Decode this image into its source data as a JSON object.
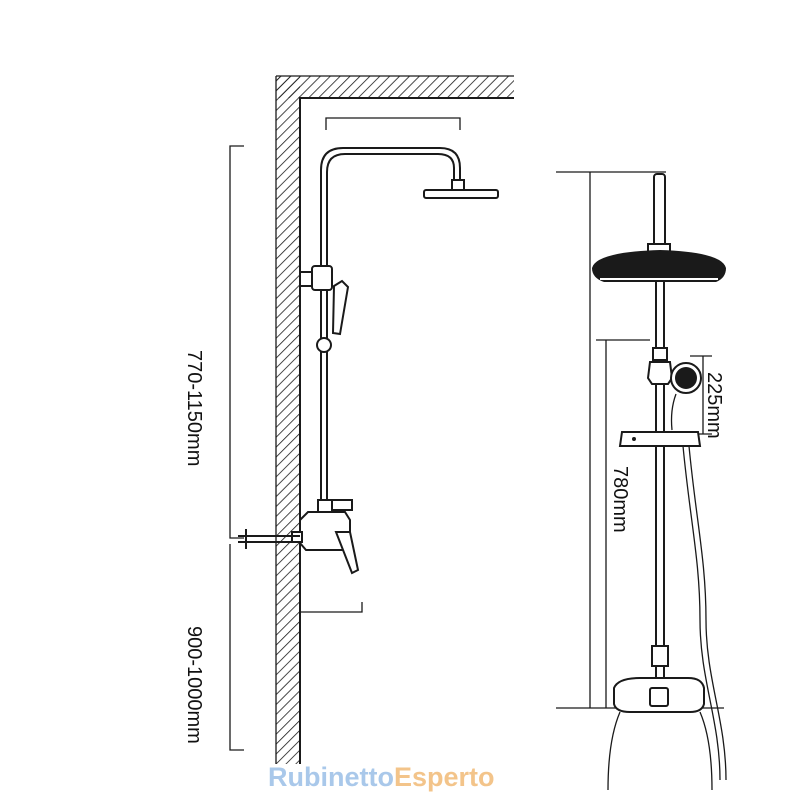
{
  "dimensions": {
    "left_upper": "770-1150mm",
    "left_lower": "900-1000mm",
    "right_bar": "780mm",
    "right_handshower": "225mm"
  },
  "logo": {
    "part1": "Rubinetto",
    "part2": "Esperto"
  },
  "colors": {
    "line": "#1a1a1a",
    "logo_part1": "#a9c8ea",
    "logo_part2": "#f3c48a"
  }
}
